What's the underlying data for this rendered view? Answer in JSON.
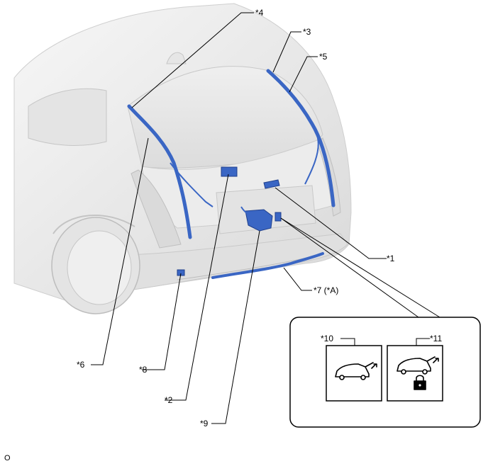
{
  "callouts": {
    "c1": "*1",
    "c2": "*2",
    "c3": "*3",
    "c4": "*4",
    "c5": "*5",
    "c6": "*6",
    "c7": "*7 (*A)",
    "c8": "*8",
    "c9": "*9",
    "c10": "*10",
    "c11": "*11"
  },
  "footer_code": "O",
  "icons": {
    "i10": "vehicle-back-door-open-icon",
    "i11": "vehicle-back-door-lock-icon"
  },
  "colors": {
    "harness": "#3a66c4",
    "body_light": "#f2f2f2",
    "body_shade": "#d6d6d6",
    "outline": "#000000"
  }
}
